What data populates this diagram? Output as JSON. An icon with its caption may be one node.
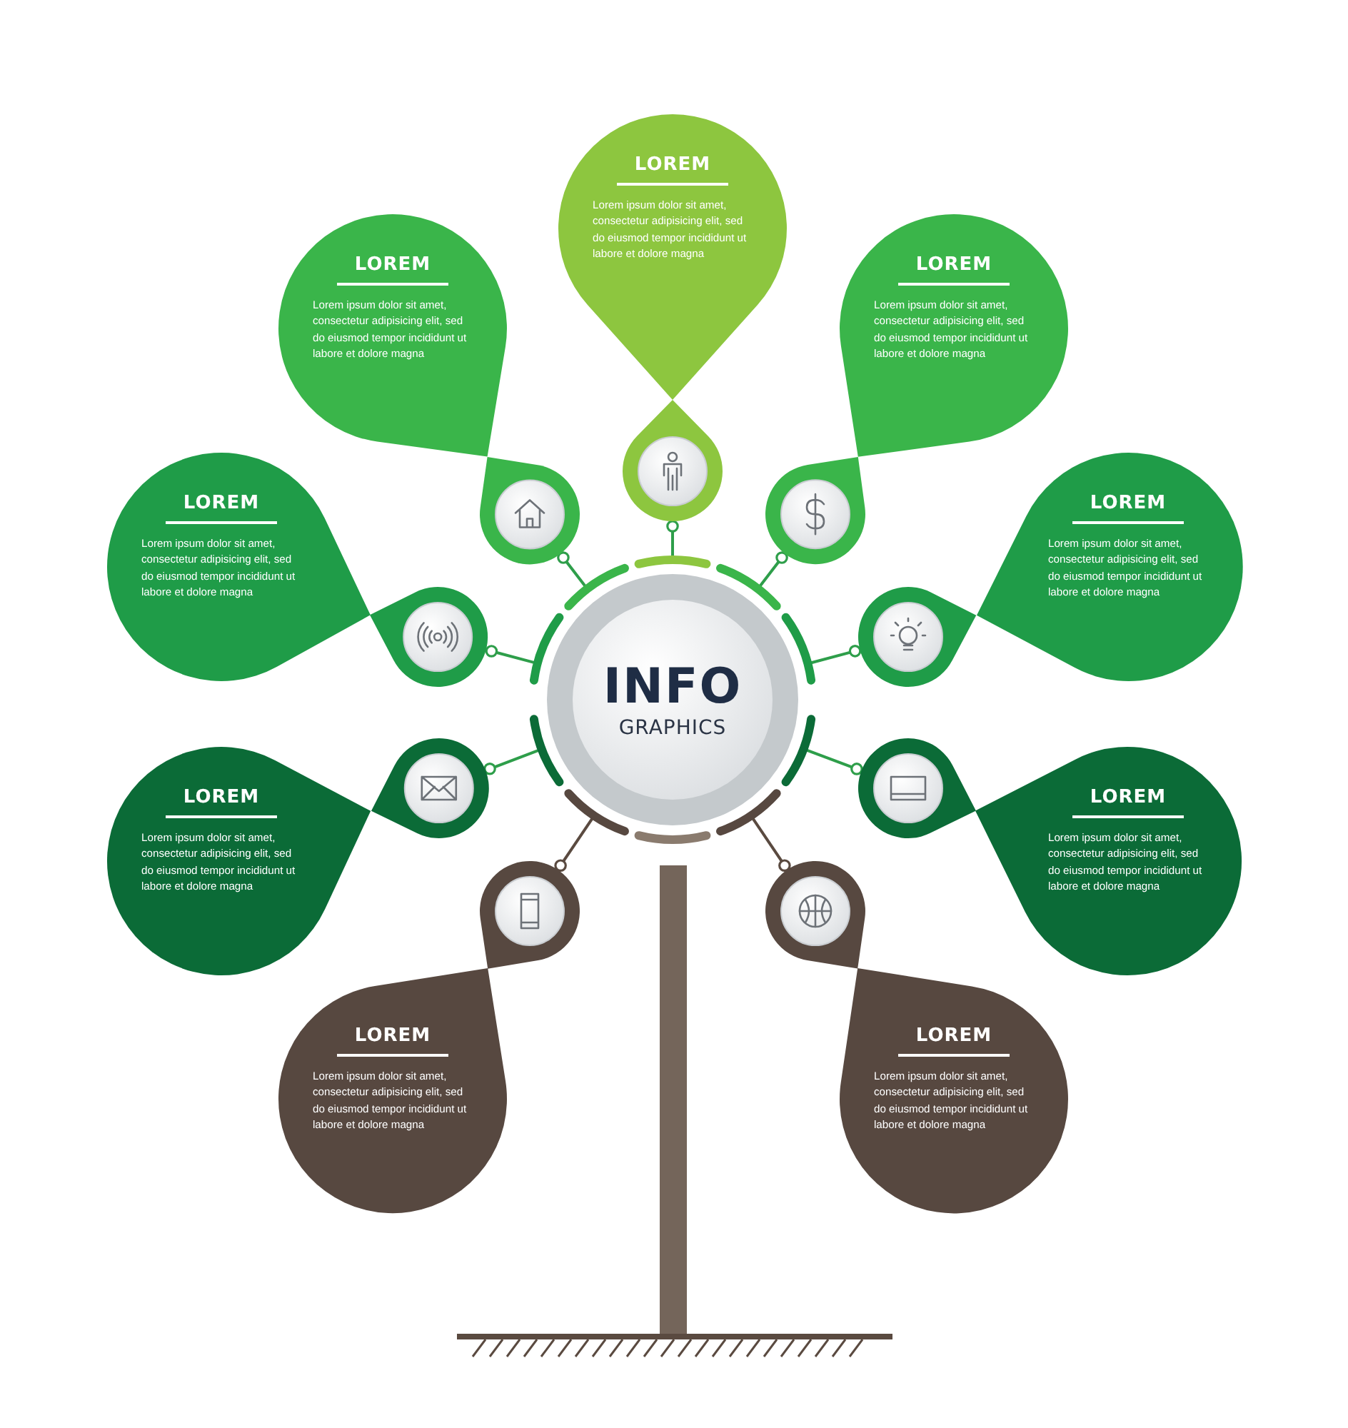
{
  "diagram": {
    "nodes": [
      {
        "text": [
          "INFO",
          "GRAPHICS"
        ]
      },
      {
        "text": [
          "LOREM",
          "Lorem ipsum dolor sit amet, consectetur adipisicing elit, sed do eiusmod tempor incididunt ut labore et dolore magna"
        ]
      },
      {
        "text": [
          "LOREM",
          "Lorem ipsum dolor sit amet, consectetur adipisicing elit, sed do eiusmod tempor incididunt ut labore et dolore magna"
        ]
      },
      {
        "text": [
          "LOREM",
          "Lorem ipsum dolor sit amet, consectetur adipisicing elit, sed do eiusmod tempor incididunt ut labore et dolore magna"
        ]
      },
      {
        "text": [
          "LOREM",
          "Lorem ipsum dolor sit amet, consectetur adipisicing elit, sed do eiusmod tempor incididunt ut labore et dolore magna"
        ]
      },
      {
        "text": [
          "LOREM",
          "Lorem ipsum dolor sit amet, consectetur adipisicing elit, sed do eiusmod tempor incididunt ut labore et dolore magna"
        ]
      },
      {
        "text": [
          "LOREM",
          "Lorem ipsum dolor sit amet, consectetur adipisicing elit, sed do eiusmod tempor incididunt ut labore et dolore magna"
        ]
      },
      {
        "text": [
          "LOREM",
          "Lorem ipsum dolor sit amet, consectetur adipisicing elit, sed do eiusmod tempor incididunt ut labore et dolore magna"
        ]
      },
      {
        "text": [
          "LOREM",
          "Lorem ipsum dolor sit amet, consectetur adipisicing elit, sed do eiusmod tempor incididunt ut labore et dolore magna"
        ]
      },
      {
        "text": [
          "LOREM",
          "Lorem ipsum dolor sit amet, consectetur adipisicing elit, sed do eiusmod tempor incididunt ut labore et dolore magna"
        ]
      },
      {
        "text": [],
        "shape": "circle"
      },
      {
        "text": [],
        "shape": "circle"
      },
      {
        "text": [],
        "shape": "circle"
      },
      {
        "text": [],
        "shape": "circle"
      },
      {
        "text": [],
        "shape": "circle"
      },
      {
        "text": [],
        "shape": "circle"
      },
      {
        "text": [],
        "shape": "circle"
      },
      {
        "text": [],
        "shape": "circle"
      },
      {
        "text": [],
        "shape": "circle"
      }
    ],
    "edges": [
      {
        "from": 10,
        "to": 0,
        "arrow": "other"
      },
      {
        "from": 11,
        "to": 0,
        "arrow": "other"
      },
      {
        "from": 12,
        "to": 0,
        "arrow": "other"
      },
      {
        "from": 13,
        "to": 0,
        "arrow": "other"
      },
      {
        "from": 14,
        "to": 0,
        "arrow": "other"
      },
      {
        "from": 15,
        "to": 0,
        "arrow": "other"
      },
      {
        "from": 16,
        "to": 0,
        "arrow": "other"
      },
      {
        "from": 17,
        "to": 0,
        "arrow": "other",
        "color": "#5a4a40"
      },
      {
        "from": 18,
        "to": 0,
        "arrow": "other",
        "color": "#5a4a40"
      }
    ]
  }
}
